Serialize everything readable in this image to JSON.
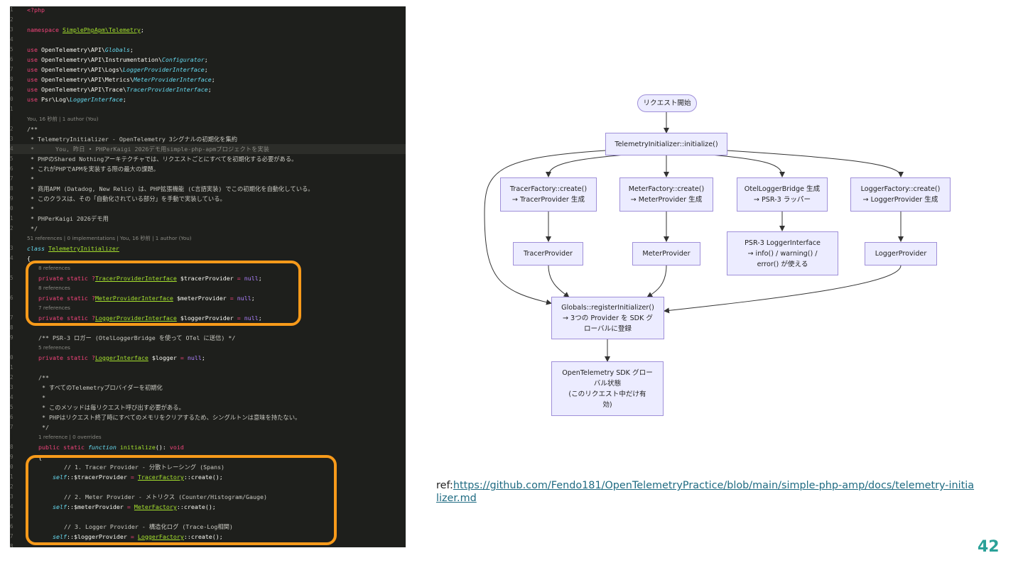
{
  "editor": {
    "lines": [
      {
        "g": "1",
        "t": 14,
        "s": [
          {
            "c": "kw",
            "v": "<?php"
          }
        ]
      },
      {
        "g": "2",
        "t": 28,
        "s": []
      },
      {
        "g": "3",
        "t": 42,
        "s": [
          {
            "c": "kw",
            "v": "namespace "
          },
          {
            "c": "ul",
            "v": "SimplePhpApm\\Telemetry"
          },
          {
            "c": "var",
            "v": ";"
          }
        ]
      },
      {
        "g": "4",
        "t": 56,
        "s": []
      },
      {
        "g": "5",
        "t": 70,
        "s": [
          {
            "c": "kw",
            "v": "use "
          },
          {
            "c": "var",
            "v": "OpenTelemetry\\API\\"
          },
          {
            "c": "ty",
            "v": "Globals"
          },
          {
            "c": "var",
            "v": ";"
          }
        ]
      },
      {
        "g": "6",
        "t": 84,
        "s": [
          {
            "c": "kw",
            "v": "use "
          },
          {
            "c": "var",
            "v": "OpenTelemetry\\API\\Instrumentation\\"
          },
          {
            "c": "ty",
            "v": "Configurator"
          },
          {
            "c": "var",
            "v": ";"
          }
        ]
      },
      {
        "g": "7",
        "t": 98,
        "s": [
          {
            "c": "kw",
            "v": "use "
          },
          {
            "c": "var",
            "v": "OpenTelemetry\\API\\Logs\\"
          },
          {
            "c": "ty",
            "v": "LoggerProviderInterface"
          },
          {
            "c": "var",
            "v": ";"
          }
        ]
      },
      {
        "g": "8",
        "t": 112,
        "s": [
          {
            "c": "kw",
            "v": "use "
          },
          {
            "c": "var",
            "v": "OpenTelemetry\\API\\Metrics\\"
          },
          {
            "c": "ty",
            "v": "MeterProviderInterface"
          },
          {
            "c": "var",
            "v": ";"
          }
        ]
      },
      {
        "g": "9",
        "t": 126,
        "s": [
          {
            "c": "kw",
            "v": "use "
          },
          {
            "c": "var",
            "v": "OpenTelemetry\\API\\Trace\\"
          },
          {
            "c": "ty",
            "v": "TracerProviderInterface"
          },
          {
            "c": "var",
            "v": ";"
          }
        ]
      },
      {
        "g": "0",
        "t": 140,
        "s": [
          {
            "c": "kw",
            "v": "use "
          },
          {
            "c": "var",
            "v": "Psr\\Log\\"
          },
          {
            "c": "ty",
            "v": "LoggerInterface"
          },
          {
            "c": "var",
            "v": ";"
          }
        ]
      },
      {
        "g": "1",
        "t": 154,
        "s": []
      },
      {
        "g": "",
        "t": 168,
        "meta": true,
        "s": [
          {
            "c": "dim",
            "v": "You, 16 秒前 | 1 author (You)"
          }
        ]
      },
      {
        "g": "2",
        "t": 182,
        "s": [
          {
            "c": "cm",
            "v": "/**"
          }
        ]
      },
      {
        "g": "3",
        "t": 196,
        "s": [
          {
            "c": "cm",
            "v": " * TelemetryInitializer - OpenTelemetry 3シグナルの初期化を集約"
          }
        ]
      },
      {
        "g": "4",
        "t": 210,
        "hl": true,
        "s": [
          {
            "c": "dim",
            "v": " *      You, 昨日 • PHPerKaigi 2026デモ用simple-php-apmプロジェクトを実装"
          }
        ]
      },
      {
        "g": "5",
        "t": 224,
        "s": [
          {
            "c": "cm",
            "v": " * PHPのShared Nothingアーキテクチャでは、リクエストごとにすべてを初期化する必要がある。"
          }
        ]
      },
      {
        "g": "6",
        "t": 238,
        "s": [
          {
            "c": "cm",
            "v": " * これがPHPでAPMを実装する際の最大の課題。"
          }
        ]
      },
      {
        "g": "7",
        "t": 252,
        "s": [
          {
            "c": "cm",
            "v": " *"
          }
        ]
      },
      {
        "g": "8",
        "t": 266,
        "s": [
          {
            "c": "cm",
            "v": " * 商用APM (Datadog, New Relic) は、PHP拡張機能 (C言語実装) でこの初期化を自動化している。"
          }
        ]
      },
      {
        "g": "9",
        "t": 280,
        "s": [
          {
            "c": "cm",
            "v": " * このクラスは、その「自動化されている部分」を手動で実装している。"
          }
        ]
      },
      {
        "g": "0",
        "t": 294,
        "s": [
          {
            "c": "cm",
            "v": " *"
          }
        ]
      },
      {
        "g": "1",
        "t": 308,
        "s": [
          {
            "c": "cm",
            "v": " * PHPerKaigi 2026デモ用"
          }
        ]
      },
      {
        "g": "2",
        "t": 322,
        "s": [
          {
            "c": "cm",
            "v": " */"
          }
        ]
      },
      {
        "g": "",
        "t": 336,
        "meta": true,
        "s": [
          {
            "c": "dim",
            "v": "51 references | 0 implementations | You, 16 秒前 | 1 author (You)"
          }
        ]
      },
      {
        "g": "3",
        "t": 350,
        "s": [
          {
            "c": "ty",
            "v": "class "
          },
          {
            "c": "ul",
            "v": "TelemetryInitializer"
          }
        ]
      },
      {
        "g": "4",
        "t": 364,
        "s": [
          {
            "c": "var",
            "v": "{"
          }
        ]
      },
      {
        "g": "",
        "t": 378,
        "meta": true,
        "in": 1,
        "s": [
          {
            "c": "dim",
            "v": "8 references"
          }
        ]
      },
      {
        "g": "5",
        "t": 392,
        "in": 1,
        "s": [
          {
            "c": "kw",
            "v": "private static ?"
          },
          {
            "c": "ul",
            "v": "TracerProviderInterface"
          },
          {
            "c": "var",
            "v": " $tracerProvider "
          },
          {
            "c": "kw",
            "v": "= "
          },
          {
            "c": "num",
            "v": "null"
          },
          {
            "c": "var",
            "v": ";"
          }
        ]
      },
      {
        "g": "",
        "t": 406,
        "meta": true,
        "in": 1,
        "s": [
          {
            "c": "dim",
            "v": "8 references"
          }
        ]
      },
      {
        "g": "6",
        "t": 420,
        "in": 1,
        "s": [
          {
            "c": "kw",
            "v": "private static ?"
          },
          {
            "c": "ul",
            "v": "MeterProviderInterface"
          },
          {
            "c": "var",
            "v": " $meterProvider "
          },
          {
            "c": "kw",
            "v": "= "
          },
          {
            "c": "num",
            "v": "null"
          },
          {
            "c": "var",
            "v": ";"
          }
        ]
      },
      {
        "g": "",
        "t": 434,
        "meta": true,
        "in": 1,
        "s": [
          {
            "c": "dim",
            "v": "7 references"
          }
        ]
      },
      {
        "g": "7",
        "t": 448,
        "in": 1,
        "s": [
          {
            "c": "kw",
            "v": "private static ?"
          },
          {
            "c": "ul",
            "v": "LoggerProviderInterface"
          },
          {
            "c": "var",
            "v": " $loggerProvider "
          },
          {
            "c": "kw",
            "v": "= "
          },
          {
            "c": "num",
            "v": "null"
          },
          {
            "c": "var",
            "v": ";"
          }
        ]
      },
      {
        "g": "8",
        "t": 462,
        "s": []
      },
      {
        "g": "9",
        "t": 476,
        "in": 1,
        "s": [
          {
            "c": "cm",
            "v": "/** PSR-3 ロガー (OtelLoggerBridge を使って OTel に送信) */"
          }
        ]
      },
      {
        "g": "",
        "t": 490,
        "meta": true,
        "in": 1,
        "s": [
          {
            "c": "dim",
            "v": "5 references"
          }
        ]
      },
      {
        "g": "0",
        "t": 504,
        "in": 1,
        "s": [
          {
            "c": "kw",
            "v": "private static ?"
          },
          {
            "c": "ul",
            "v": "LoggerInterface"
          },
          {
            "c": "var",
            "v": " $logger "
          },
          {
            "c": "kw",
            "v": "= "
          },
          {
            "c": "num",
            "v": "null"
          },
          {
            "c": "var",
            "v": ";"
          }
        ]
      },
      {
        "g": "1",
        "t": 518,
        "s": []
      },
      {
        "g": "2",
        "t": 532,
        "in": 1,
        "s": [
          {
            "c": "cm",
            "v": "/**"
          }
        ]
      },
      {
        "g": "3",
        "t": 546,
        "in": 1,
        "s": [
          {
            "c": "cm",
            "v": " * すべてのTelemetryプロバイダーを初期化"
          }
        ]
      },
      {
        "g": "4",
        "t": 560,
        "in": 1,
        "s": [
          {
            "c": "cm",
            "v": " *"
          }
        ]
      },
      {
        "g": "5",
        "t": 574,
        "in": 1,
        "s": [
          {
            "c": "cm",
            "v": " * このメソッドは毎リクエスト呼び出す必要がある。"
          }
        ]
      },
      {
        "g": "6",
        "t": 588,
        "in": 1,
        "s": [
          {
            "c": "cm",
            "v": " * PHPはリクエスト終了時にすべてのメモリをクリアするため、シングルトンは意味を持たない。"
          }
        ]
      },
      {
        "g": "7",
        "t": 602,
        "in": 1,
        "s": [
          {
            "c": "cm",
            "v": " */"
          }
        ]
      },
      {
        "g": "",
        "t": 616,
        "meta": true,
        "in": 1,
        "s": [
          {
            "c": "dim",
            "v": "1 reference | 0 overrides"
          }
        ]
      },
      {
        "g": "8",
        "t": 630,
        "in": 1,
        "s": [
          {
            "c": "kw",
            "v": "public static "
          },
          {
            "c": "ty",
            "v": "function "
          },
          {
            "c": "fn",
            "v": "initialize"
          },
          {
            "c": "var",
            "v": "(): "
          },
          {
            "c": "kw",
            "v": "void"
          }
        ]
      },
      {
        "g": "9",
        "t": 644,
        "in": 1,
        "s": [
          {
            "c": "var",
            "v": "{"
          }
        ]
      },
      {
        "g": "0",
        "t": 658,
        "in": 3,
        "s": [
          {
            "c": "cm",
            "v": "// 1. Tracer Provider - 分散トレーシング (Spans)"
          }
        ]
      },
      {
        "g": "1",
        "t": 672,
        "in": 2,
        "s": [
          {
            "c": "ty",
            "v": "self"
          },
          {
            "c": "var",
            "v": "::$tracerProvider "
          },
          {
            "c": "kw",
            "v": "= "
          },
          {
            "c": "ul",
            "v": "TracerFactory"
          },
          {
            "c": "var",
            "v": "::create();"
          }
        ]
      },
      {
        "g": "2",
        "t": 686,
        "s": []
      },
      {
        "g": "3",
        "t": 700,
        "in": 3,
        "s": [
          {
            "c": "cm",
            "v": "// 2. Meter Provider - メトリクス (Counter/Histogram/Gauge)"
          }
        ]
      },
      {
        "g": "4",
        "t": 714,
        "in": 2,
        "s": [
          {
            "c": "ty",
            "v": "self"
          },
          {
            "c": "var",
            "v": "::$meterProvider "
          },
          {
            "c": "kw",
            "v": "= "
          },
          {
            "c": "ul",
            "v": "MeterFactory"
          },
          {
            "c": "var",
            "v": "::create();"
          }
        ]
      },
      {
        "g": "5",
        "t": 728,
        "s": []
      },
      {
        "g": "6",
        "t": 742,
        "in": 3,
        "s": [
          {
            "c": "cm",
            "v": "// 3. Logger Provider - 構造化ログ (Trace-Log相関)"
          }
        ]
      },
      {
        "g": "7",
        "t": 756,
        "in": 2,
        "s": [
          {
            "c": "ty",
            "v": "self"
          },
          {
            "c": "var",
            "v": "::$loggerProvider "
          },
          {
            "c": "kw",
            "v": "= "
          },
          {
            "c": "ul",
            "v": "LoggerFactory"
          },
          {
            "c": "var",
            "v": "::create();"
          }
        ]
      },
      {
        "g": "8",
        "t": 770,
        "s": []
      }
    ]
  },
  "diagram": {
    "start": "リクエスト開始",
    "init": "TelemetryInitializer::initialize()",
    "tracer_factory": "TracerFactory::create()\n→ TracerProvider 生成",
    "meter_factory": "MeterFactory::create()\n→ MeterProvider 生成",
    "otel_bridge": "OtelLoggerBridge 生成\n→ PSR-3 ラッパー",
    "logger_factory": "LoggerFactory::create()\n→ LoggerProvider 生成",
    "tracer_provider": "TracerProvider",
    "meter_provider": "MeterProvider",
    "psr3_interface": "PSR-3 LoggerInterface\n→ info() / warning() /\nerror() が使える",
    "logger_provider": "LoggerProvider",
    "globals": "Globals::registerInitializer()\n→ 3つの Provider を SDK グ\nローバルに登録",
    "sdk_state": "OpenTelemetry SDK グロー\nバル状態\n(このリクエスト中だけ有\n効)"
  },
  "ref": {
    "prefix": "ref:",
    "link": "https://github.com/Fendo181/OpenTelemetryPractice/blob/main/simple-php-amp/docs/telemetry-initializer.md"
  },
  "page_number": "42",
  "colors": {
    "highlight_box": "#f79a1a",
    "node_fill": "#ececff",
    "node_border": "#9f8fd9",
    "page_number": "#2aa198"
  }
}
